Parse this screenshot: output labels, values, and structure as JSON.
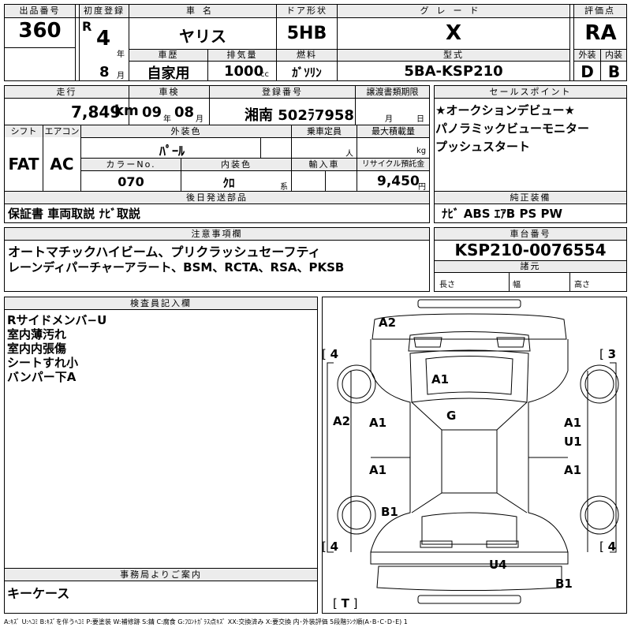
{
  "top": {
    "lot_label": "出品番号",
    "lot_value": "360",
    "first_reg_label": "初度登録",
    "era": "R",
    "year": "4",
    "year_unit": "年",
    "month": "8",
    "month_unit": "月",
    "name_label": "車名",
    "name_value": "ヤリス",
    "door_label": "ドア形状",
    "door_value": "5HB",
    "grade_label": "グレード",
    "grade_value": "X",
    "score_label": "評価点",
    "score_value": "RA",
    "history_label": "車歴",
    "history_value": "自家用",
    "disp_label": "排気量",
    "disp_value": "1000",
    "disp_unit": "cc",
    "fuel_label": "燃料",
    "fuel_value": "ｶﾞｿﾘﾝ",
    "model_label": "型式",
    "model_value": "5BA-KSP210",
    "ext_label": "外装",
    "ext_value": "D",
    "int_label": "内装",
    "int_value": "B"
  },
  "mid": {
    "mileage_label": "走行",
    "mileage_value": "7,849",
    "mileage_unit": "km",
    "inspect_label": "車検",
    "inspect_year": "09",
    "inspect_year_unit": "年",
    "inspect_month": "08",
    "inspect_month_unit": "月",
    "regno_label": "登録番号",
    "regno_value": "湘南 502ﾗ7958",
    "transfer_label": "譲渡書類期限",
    "transfer_month_unit": "月",
    "transfer_day_unit": "日",
    "shift_label": "シフト",
    "shift_value": "FAT",
    "ac_label": "エアコン",
    "ac_value": "AC",
    "color_label": "外装色",
    "color_value": "ﾊﾟｰﾙ",
    "capacity_label": "乗車定員",
    "capacity_unit": "人",
    "load_label": "最大積載量",
    "load_unit": "kg",
    "colorno_label": "カラーNo.",
    "colorno_value": "070",
    "intcolor_label": "内装色",
    "intcolor_value": "ｸﾛ",
    "intcolor_unit": "系",
    "import_label": "輸入車",
    "recycle_label": "リサイクル預託金",
    "recycle_value": "9,450",
    "recycle_unit": "円",
    "parts_label": "後日発送部品",
    "parts_value": "保証書 車両取説 ﾅﾋﾞ取説"
  },
  "sales": {
    "label": "セールスポイント",
    "lines": [
      "★オークションデビュー★",
      "パノラミックビューモニター",
      "プッシュスタート"
    ]
  },
  "equip": {
    "label": "純正装備",
    "value": "ﾅﾋﾞ ABS ｴｱB PS PW"
  },
  "notes": {
    "label": "注意事項欄",
    "lines": [
      "オートマチックハイビーム、プリクラッシュセーフティ",
      "レーンディパーチャーアラート、BSM、RCTA、RSA、PKSB"
    ]
  },
  "chassis": {
    "label": "車台番号",
    "value": "KSP210-0076554",
    "spec_label": "諸元",
    "length": "長さ",
    "width": "幅",
    "height": "高さ"
  },
  "inspector": {
    "label": "検査員記入欄",
    "lines": [
      "Rサイドメンバ−U",
      "室内薄汚れ",
      "室内内張傷",
      "シートすれ小",
      "バンパー下A"
    ]
  },
  "office": {
    "label": "事務局よりご案内",
    "value": "キーケース"
  },
  "diagram": {
    "tire_fl": "4",
    "tire_fr": "3",
    "tire_rl": "4",
    "tire_rr": "4",
    "spare": "T",
    "marks": {
      "front_bumper": "A2",
      "hood": "A1",
      "roof": "G",
      "left_side": "A2",
      "lf_door": "A1",
      "rf_door": "A1",
      "rf_door2": "U1",
      "lr_door": "A1",
      "rr_door": "A1",
      "left_quarter": "B1",
      "rear": "U4",
      "rear_bumper": "B1"
    }
  },
  "legend": "A:ｷｽﾞ U:ﾍｺﾐ B:ｷｽﾞを伴うﾍｺﾐ P:要塗装 W:補修跡 S:錆 C:腐食 G:ﾌﾛﾝﾄｶﾞﾗｽ点ｷｽﾞ XX:交換済み X:要交換 内･外装評価 5段階ﾗﾝｸ順(A･B･C･D･E) 1"
}
